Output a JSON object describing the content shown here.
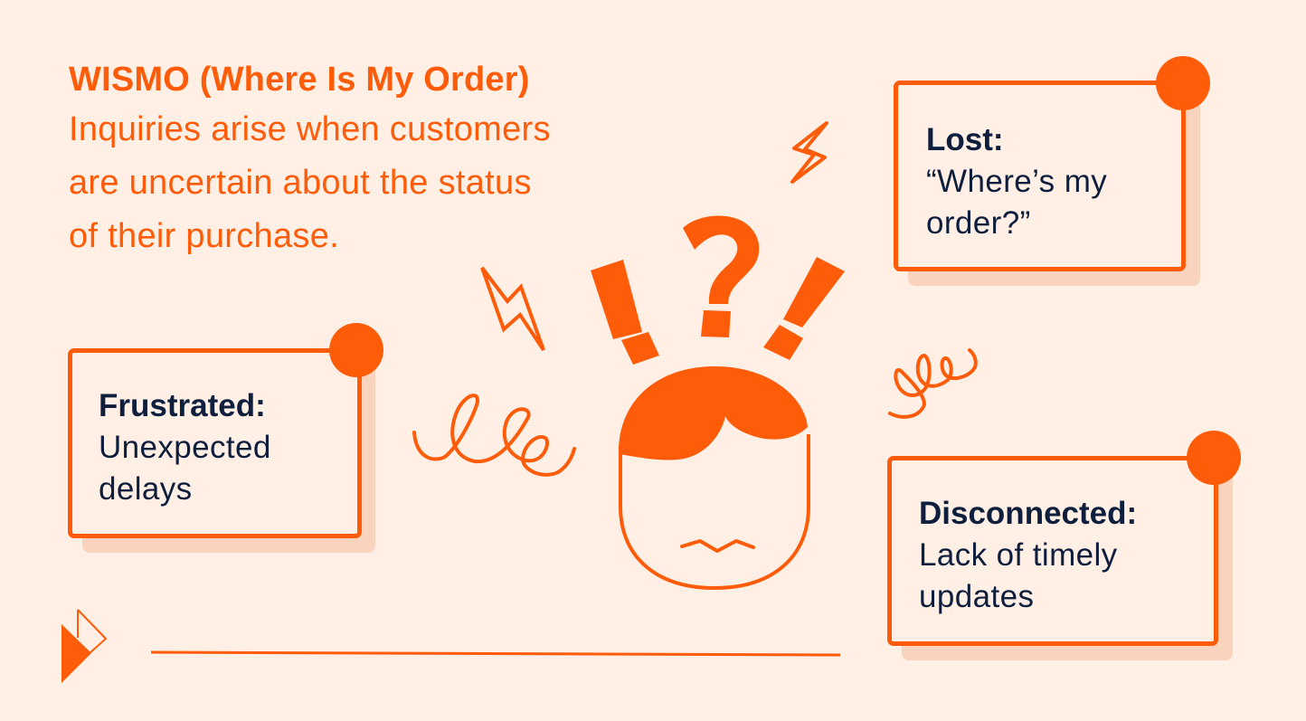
{
  "intro": {
    "title": "WISMO (Where Is My Order)",
    "lines": [
      "Inquiries arise when customers",
      "are uncertain about the status",
      "of their purchase."
    ]
  },
  "cards": {
    "lost": {
      "label": "Lost:",
      "lines": [
        "“Where’s my",
        "order?”"
      ]
    },
    "frustrated": {
      "label": "Frustrated:",
      "lines": [
        "Unexpected",
        "delays"
      ]
    },
    "disconnected": {
      "label": "Disconnected:",
      "lines": [
        "Lack of timely",
        "updates"
      ]
    }
  },
  "illustration": {
    "center_symbols": [
      "!",
      "?",
      "!"
    ],
    "icons": [
      "lightning-bolt-icon",
      "squiggle-icon",
      "confused-face-icon",
      "brand-logo-icon"
    ]
  },
  "colors": {
    "background": "#FFEFE5",
    "accent": "#FF5C0A",
    "shadow": "#FAD3BE",
    "text_dark": "#0E1E3D"
  }
}
